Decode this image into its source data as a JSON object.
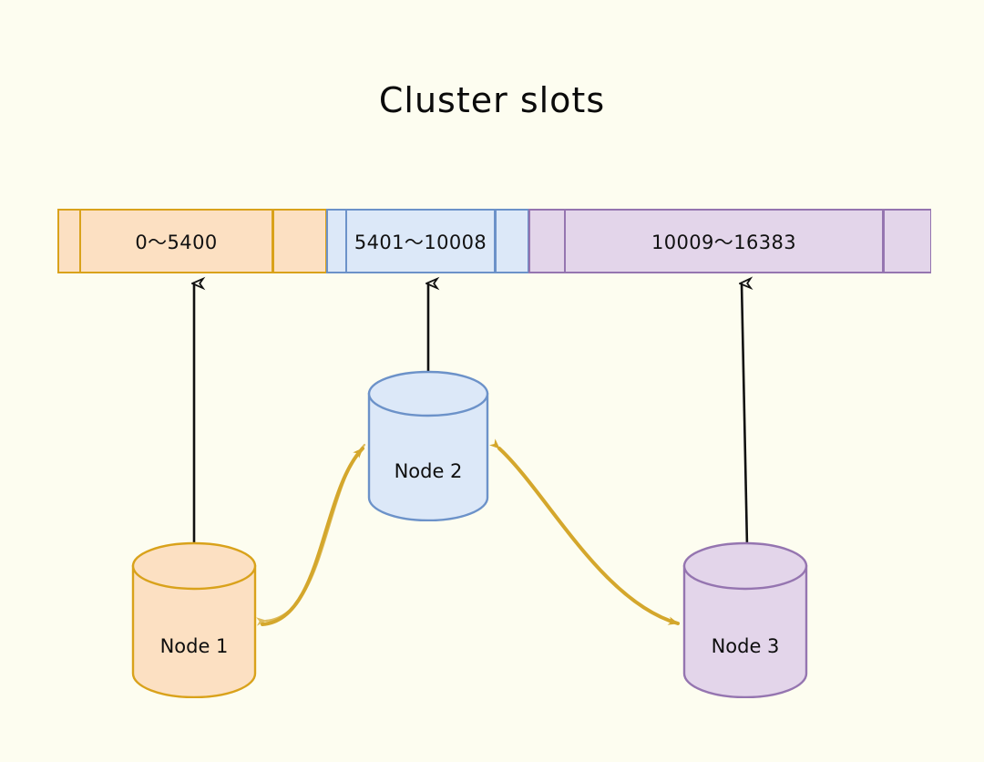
{
  "page": {
    "title": "Cluster slots",
    "background_color": "#fdfdf0"
  },
  "slot_bar": {
    "total_slots": 16384,
    "segments": [
      {
        "label": "0～5400",
        "start": 0,
        "end": 5400,
        "owner": "Node 1",
        "fill_color": "#fce0c2",
        "border_color": "#d9a21b"
      },
      {
        "label": "5401～10008",
        "start": 5401,
        "end": 10008,
        "owner": "Node 2",
        "fill_color": "#dce8f8",
        "border_color": "#6c92c9"
      },
      {
        "label": "10009～16383",
        "start": 10009,
        "end": 16383,
        "owner": "Node 3",
        "fill_color": "#e3d5ea",
        "border_color": "#9575b0"
      }
    ]
  },
  "nodes": [
    {
      "id": "node-1",
      "label": "Node 1",
      "fill_color": "#fce0c2",
      "border_color": "#d9a21b"
    },
    {
      "id": "node-2",
      "label": "Node 2",
      "fill_color": "#dce8f8",
      "border_color": "#6c92c9"
    },
    {
      "id": "node-3",
      "label": "Node 3",
      "fill_color": "#e3d5ea",
      "border_color": "#9575b0"
    }
  ],
  "connectors": {
    "slot_arrow_color": "#111111",
    "node_link_color": "#d4a72c",
    "node_links": [
      {
        "from": "Node 1",
        "to": "Node 2",
        "bidirectional": true
      },
      {
        "from": "Node 2",
        "to": "Node 3",
        "bidirectional": true
      }
    ],
    "slot_links": [
      {
        "from": "Node 1",
        "to": "0～5400"
      },
      {
        "from": "Node 2",
        "to": "5401～10008"
      },
      {
        "from": "Node 3",
        "to": "10009～16383"
      }
    ]
  }
}
